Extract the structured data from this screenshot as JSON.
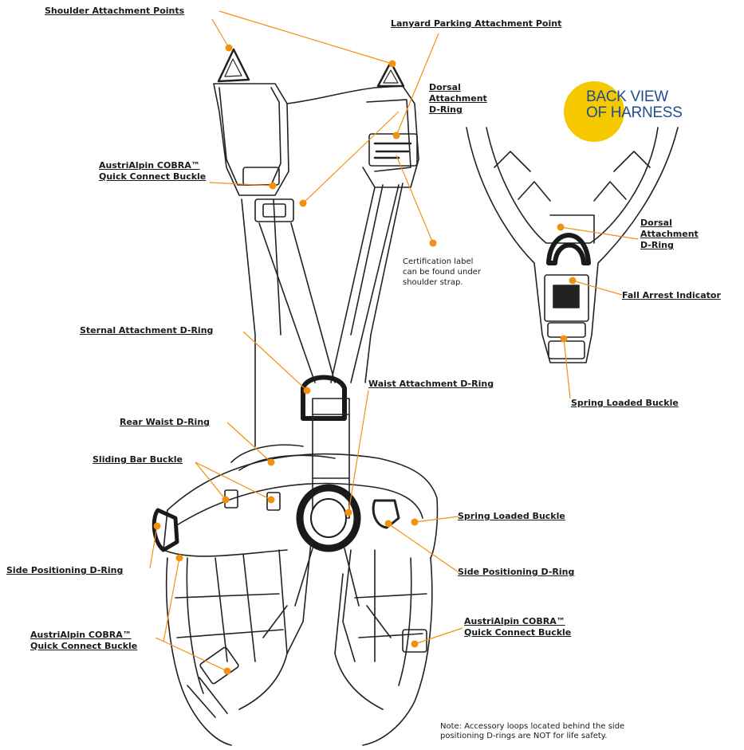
{
  "colors": {
    "leader": "#f29111",
    "badge": "#f5c800",
    "title": "#1f4e8c",
    "ink": "#222222",
    "ring": "#1a1a1a"
  },
  "back_view": {
    "title": "BACK VIEW\nOF HARNESS"
  },
  "labels": {
    "shoulder_attachment_points": "Shoulder Attachment Points",
    "lanyard_parking": "Lanyard Parking Attachment Point",
    "dorsal_front": "Dorsal\nAttachment\nD-Ring",
    "cobra_top": "AustriAlpin COBRA™\nQuick Connect Buckle",
    "certification": "Certification label\ncan be found under\nshoulder strap.",
    "sternal": "Sternal Attachment D-Ring",
    "waist": "Waist Attachment D-Ring",
    "rear_waist": "Rear Waist D-Ring",
    "sliding_bar": "Sliding Bar Buckle",
    "spring_loaded_front": "Spring Loaded Buckle",
    "side_positioning_left": "Side Positioning D-Ring",
    "side_positioning_right": "Side Positioning D-Ring",
    "cobra_left": "AustriAlpin COBRA™\nQuick Connect Buckle",
    "cobra_right": "AustriAlpin COBRA™\nQuick Connect Buckle",
    "dorsal_back": "Dorsal\nAttachment\nD-Ring",
    "fall_arrest": "Fall Arrest Indicator",
    "spring_loaded_back": "Spring Loaded Buckle",
    "note": "Note: Accessory loops located behind the side\npositioning D-rings are NOT for life safety."
  }
}
